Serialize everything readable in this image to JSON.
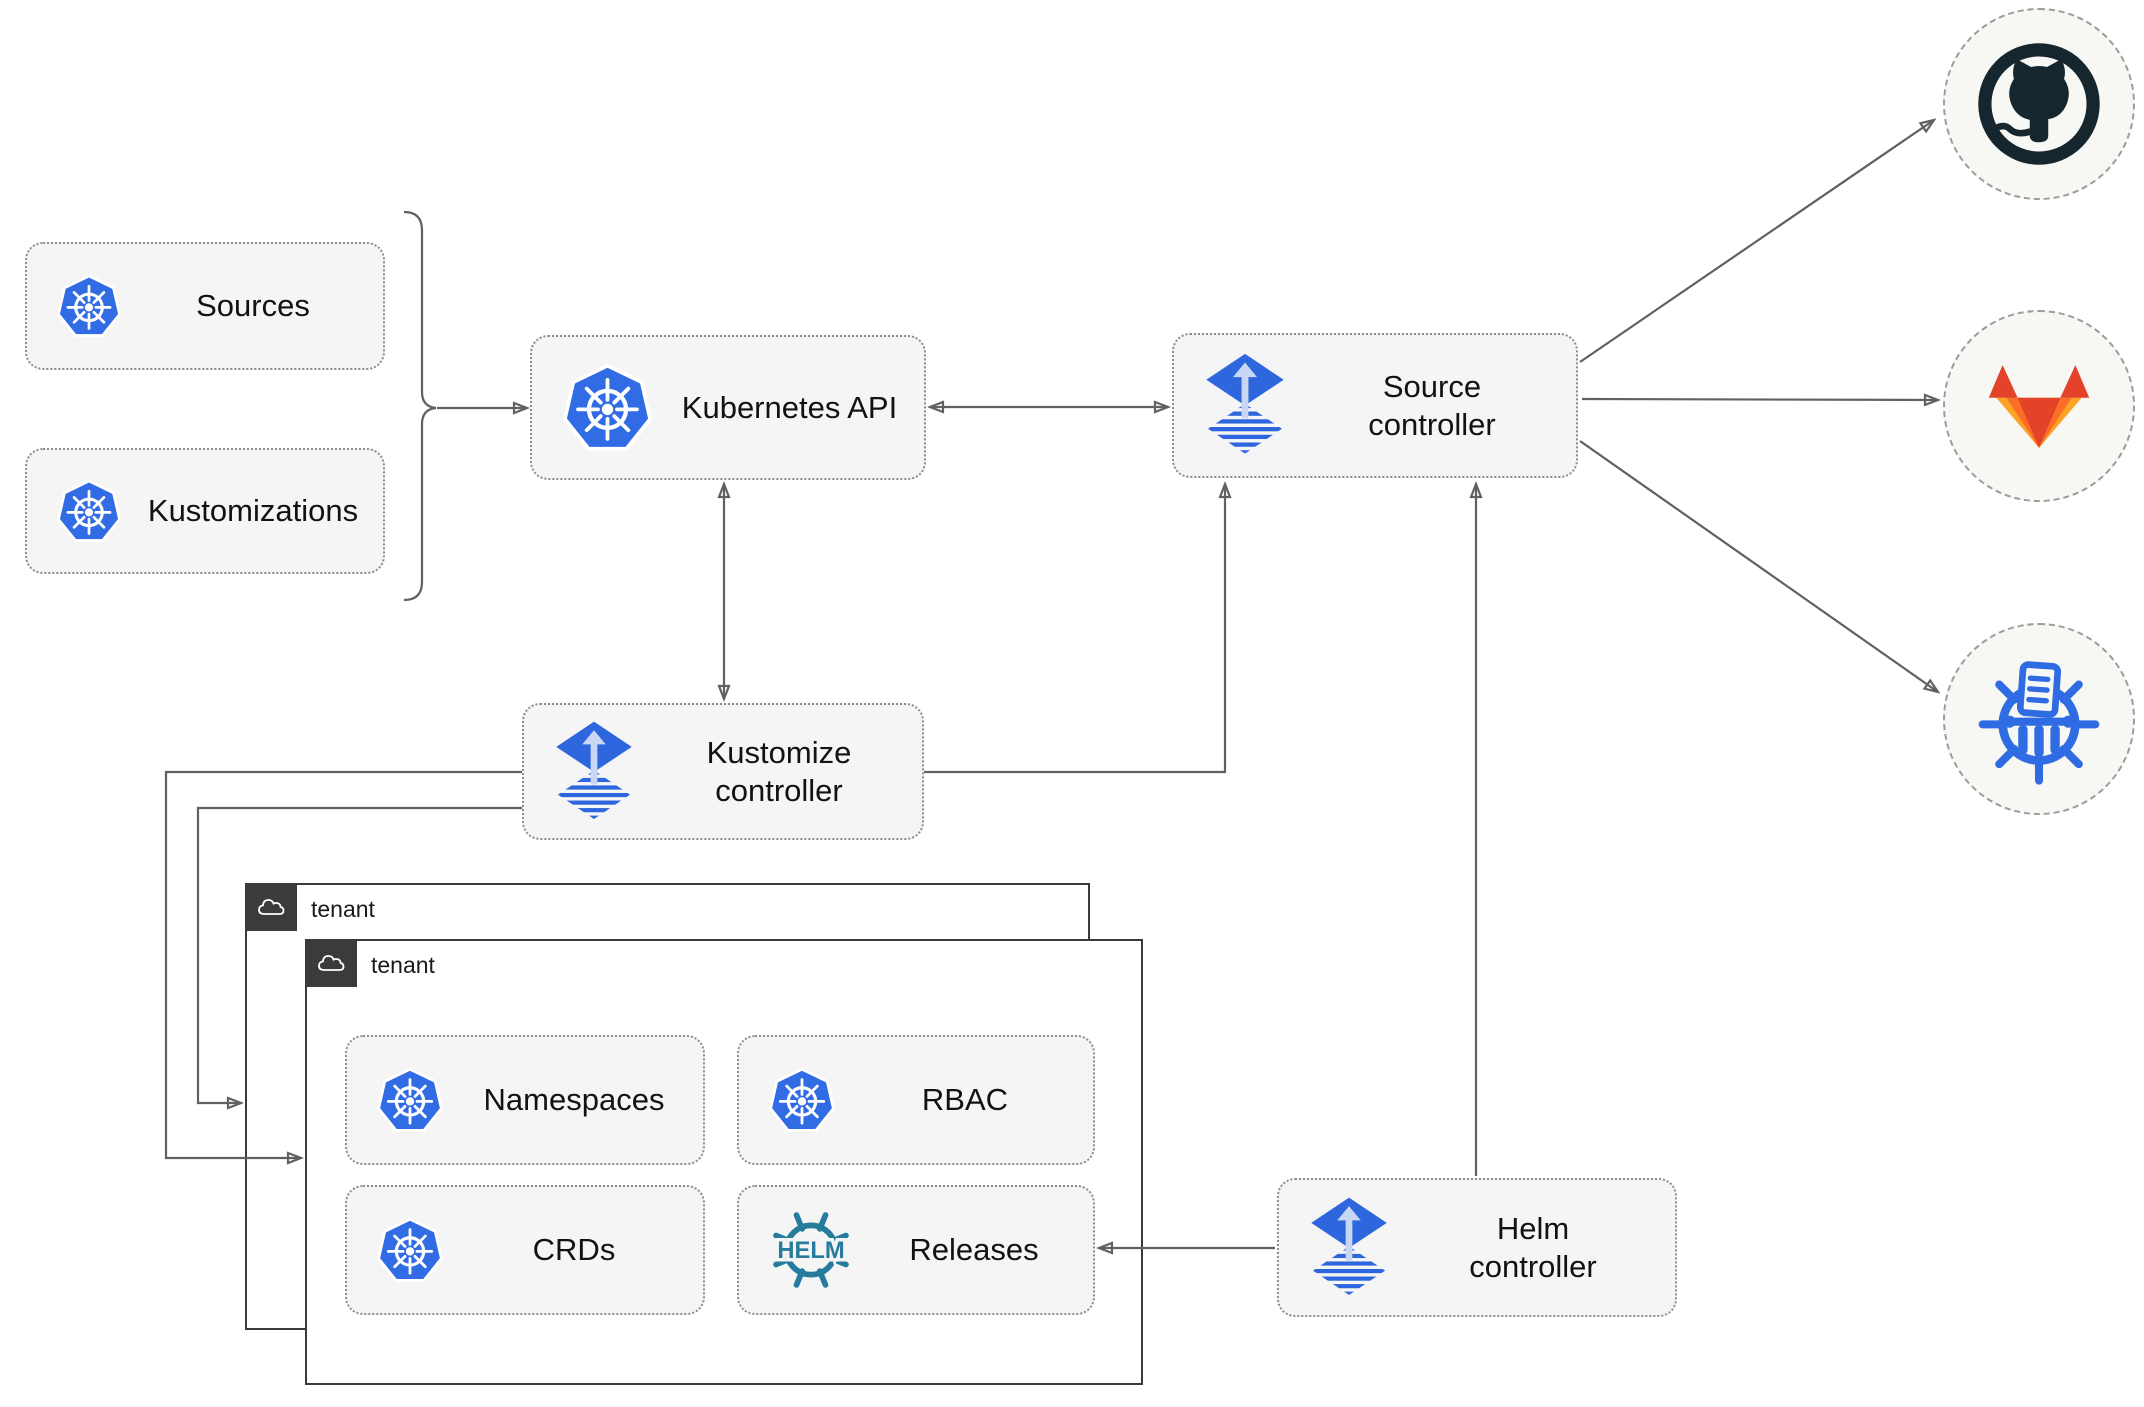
{
  "diagram": {
    "nodes": {
      "sources": {
        "label": "Sources",
        "icon": "kubernetes-icon"
      },
      "kustomizations": {
        "label": "Kustomizations",
        "icon": "kubernetes-icon"
      },
      "kubernetes_api": {
        "label": "Kubernetes API",
        "icon": "kubernetes-icon"
      },
      "source_controller": {
        "label": "Source controller",
        "icon": "flux-icon"
      },
      "kustomize_controller": {
        "label": "Kustomize controller",
        "icon": "flux-icon"
      },
      "helm_controller": {
        "label": "Helm controller",
        "icon": "flux-icon"
      },
      "namespaces": {
        "label": "Namespaces",
        "icon": "kubernetes-icon"
      },
      "rbac": {
        "label": "RBAC",
        "icon": "kubernetes-icon"
      },
      "crds": {
        "label": "CRDs",
        "icon": "kubernetes-icon"
      },
      "releases": {
        "label": "Releases",
        "icon": "helm-icon"
      }
    },
    "groups": {
      "tenant_back": {
        "label": "tenant",
        "icon": "cloud-icon"
      },
      "tenant_front": {
        "label": "tenant",
        "icon": "cloud-icon"
      }
    },
    "externals": [
      {
        "name": "github",
        "icon": "github-icon"
      },
      {
        "name": "gitlab",
        "icon": "gitlab-icon"
      },
      {
        "name": "helm-repository",
        "icon": "chartmuseum-icon"
      }
    ],
    "edges": [
      {
        "from": "sources & kustomizations",
        "to": "kubernetes-api",
        "style": "brace-arrow"
      },
      {
        "from": "kubernetes-api",
        "to": "source-controller",
        "style": "bidirectional"
      },
      {
        "from": "kubernetes-api",
        "to": "kustomize-controller",
        "style": "bidirectional"
      },
      {
        "from": "kustomize-controller",
        "to": "source-controller",
        "style": "arrow"
      },
      {
        "from": "helm-controller",
        "to": "source-controller",
        "style": "arrow"
      },
      {
        "from": "kustomize-controller",
        "to": "tenant-front",
        "style": "arrow"
      },
      {
        "from": "kustomize-controller",
        "to": "tenant-back",
        "style": "arrow"
      },
      {
        "from": "helm-controller",
        "to": "releases",
        "style": "arrow"
      },
      {
        "from": "source-controller",
        "to": "github",
        "style": "arrow"
      },
      {
        "from": "source-controller",
        "to": "gitlab",
        "style": "arrow"
      },
      {
        "from": "source-controller",
        "to": "helm-repository",
        "style": "arrow"
      }
    ],
    "icons": {
      "helm_text": "HELM"
    },
    "colors": {
      "kubernetes_blue": "#326CE5",
      "flux_blue": "#2D66DD",
      "flux_arrow_light": "#C9D7F4",
      "helm_teal": "#277C9D",
      "chartmuseum_blue": "#2F6BE3",
      "github_dark": "#16262E",
      "gitlab_red": "#E24329",
      "gitlab_mid": "#FC6D26",
      "gitlab_yellow": "#FCA326",
      "line_gray": "#616161",
      "node_background": "#F5F5F5",
      "tenant_border": "#3A3A3A"
    }
  }
}
